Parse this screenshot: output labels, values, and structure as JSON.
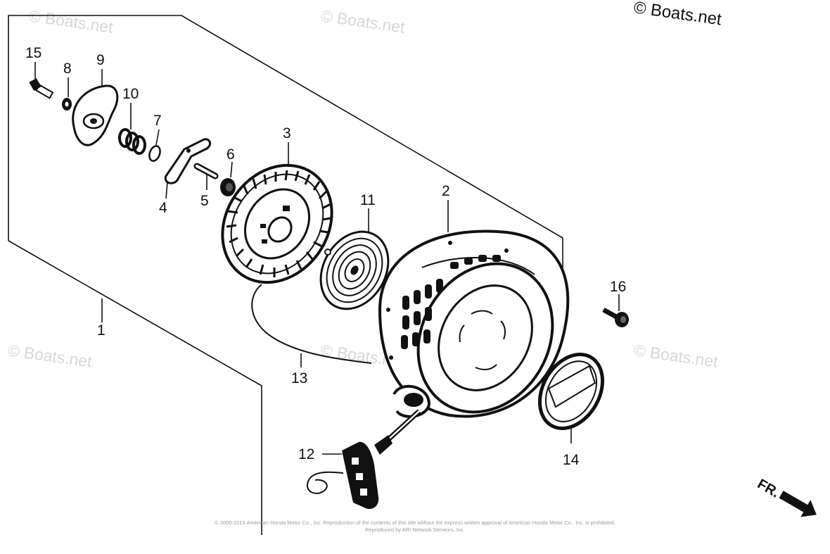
{
  "watermarks": {
    "corner": "© Boats.net",
    "faint": "© Boats.net"
  },
  "callouts": {
    "c1": "1",
    "c2": "2",
    "c3": "3",
    "c4": "4",
    "c5": "5",
    "c6": "6",
    "c7": "7",
    "c8": "8",
    "c9": "9",
    "c10": "10",
    "c11": "11",
    "c12": "12",
    "c13": "13",
    "c14": "14",
    "c15": "15",
    "c16": "16"
  },
  "direction_marker": "FR.",
  "footer": {
    "line1": "© 2000-2013 American Honda Motor Co., Inc. Reproduction of the contents of this site without the express written approval of American Honda Motor Co., Inc. is prohibited.",
    "line2": "Reproduced by ARI Network Services, Inc."
  }
}
